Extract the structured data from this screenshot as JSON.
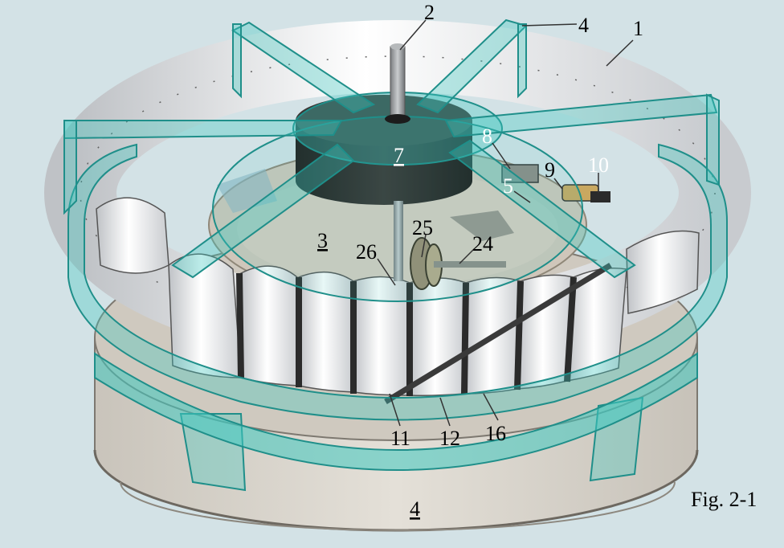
{
  "figure": {
    "caption": "Fig. 2-1",
    "labels": {
      "l1": "1",
      "l2": "2",
      "l3": "3",
      "l4_top": "4",
      "l4_bottom": "4",
      "l5": "5",
      "l7": "7",
      "l8": "8",
      "l9": "9",
      "l10": "10",
      "l11": "11",
      "l12": "12",
      "l16": "16",
      "l24": "24",
      "l25": "25",
      "l26": "26"
    }
  },
  "colors": {
    "background": "#d3e2e6",
    "frame_cyan": "#3fc8c0",
    "coil_white": "#f2f2f2",
    "base_beige": "#d9d4cc",
    "hub_dark": "#2a2624"
  }
}
